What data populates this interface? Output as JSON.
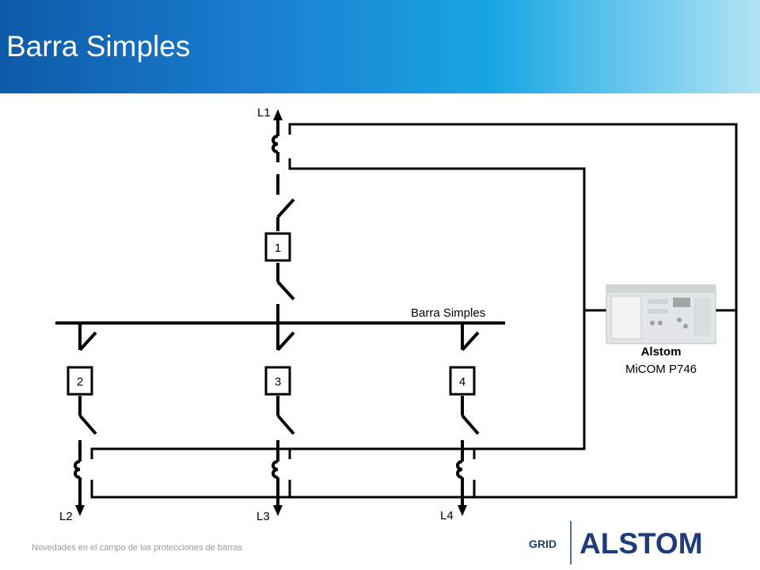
{
  "slide": {
    "title": "Barra Simples",
    "footer": "Novedades en el campo de las protecciones de barras"
  },
  "diagram": {
    "busbar_label": "Barra Simples",
    "feeders": [
      {
        "line": "L1",
        "bay": "1"
      },
      {
        "line": "L2",
        "bay": "2"
      },
      {
        "line": "L3",
        "bay": "3"
      },
      {
        "line": "L4",
        "bay": "4"
      }
    ],
    "relay": {
      "brand": "Alstom",
      "model": "MiCOM P746"
    }
  },
  "logo": {
    "sub": "GRID",
    "brand": "ALSTOM"
  },
  "colors": {
    "header_dark": "#0d5aa8",
    "header_light": "#b3e3f4",
    "line": "#000000",
    "logo_blue": "#1e3c78"
  }
}
